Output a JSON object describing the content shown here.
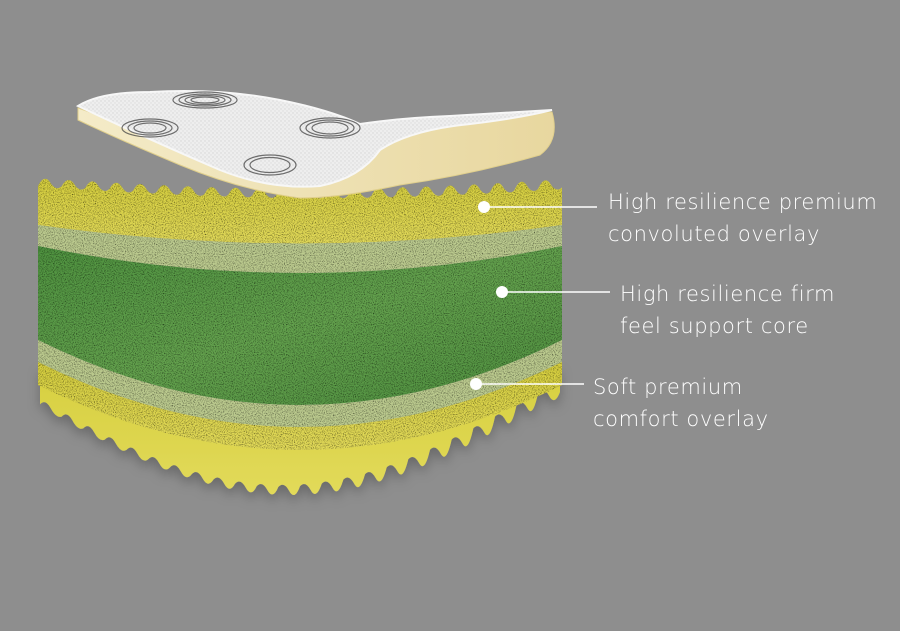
{
  "layers": [
    {
      "name": "top-layer",
      "label_line1": "High resilience premium",
      "label_line2": "convoluted overlay"
    },
    {
      "name": "core-layer",
      "label_line1": "High resilience firm",
      "label_line2": "feel support core"
    },
    {
      "name": "bottom-layer",
      "label_line1": "Soft premium",
      "label_line2": "comfort overlay"
    }
  ],
  "colors": {
    "background": "#8e8e8e",
    "yellow_foam": "#d8d24a",
    "green_core": "#5a9a48",
    "light_band": "#b9c98e",
    "cover_fabric": "#ececec",
    "cover_latex": "#efe2b0",
    "leader_line": "#ffffff"
  }
}
